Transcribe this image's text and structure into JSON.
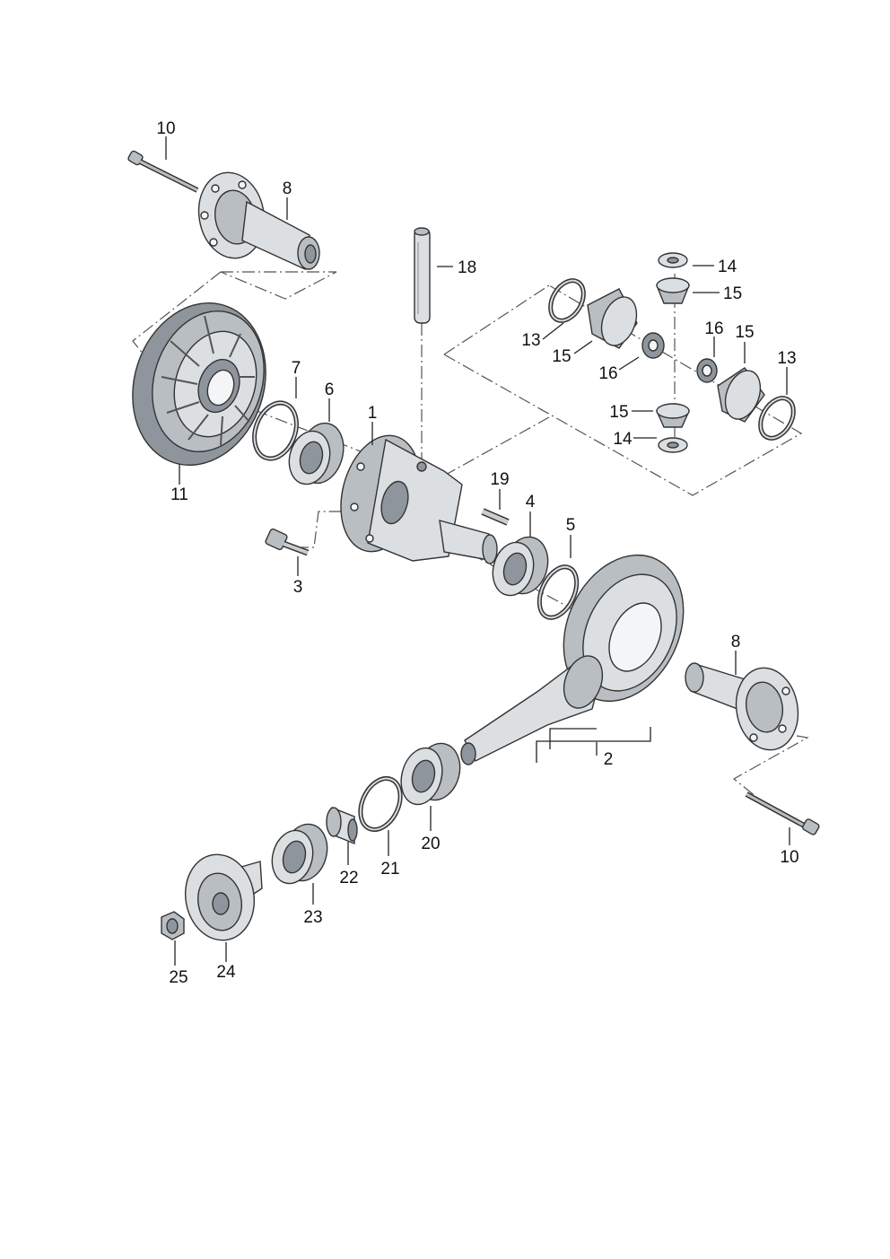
{
  "callouts": {
    "c1": "1",
    "c2": "2",
    "c3": "3",
    "c4": "4",
    "c5": "5",
    "c6": "6",
    "c7": "7",
    "c8_top": "8",
    "c8_right": "8",
    "c10_top": "10",
    "c10_right": "10",
    "c11": "11",
    "c13_left": "13",
    "c13_right": "13",
    "c14_top": "14",
    "c14_bottom": "14",
    "c15_a": "15",
    "c15_b": "15",
    "c15_c": "15",
    "c15_d": "15",
    "c16_a": "16",
    "c16_b": "16",
    "c18": "18",
    "c19": "19",
    "c20": "20",
    "c21": "21",
    "c22": "22",
    "c23": "23",
    "c24": "24",
    "c25": "25"
  }
}
